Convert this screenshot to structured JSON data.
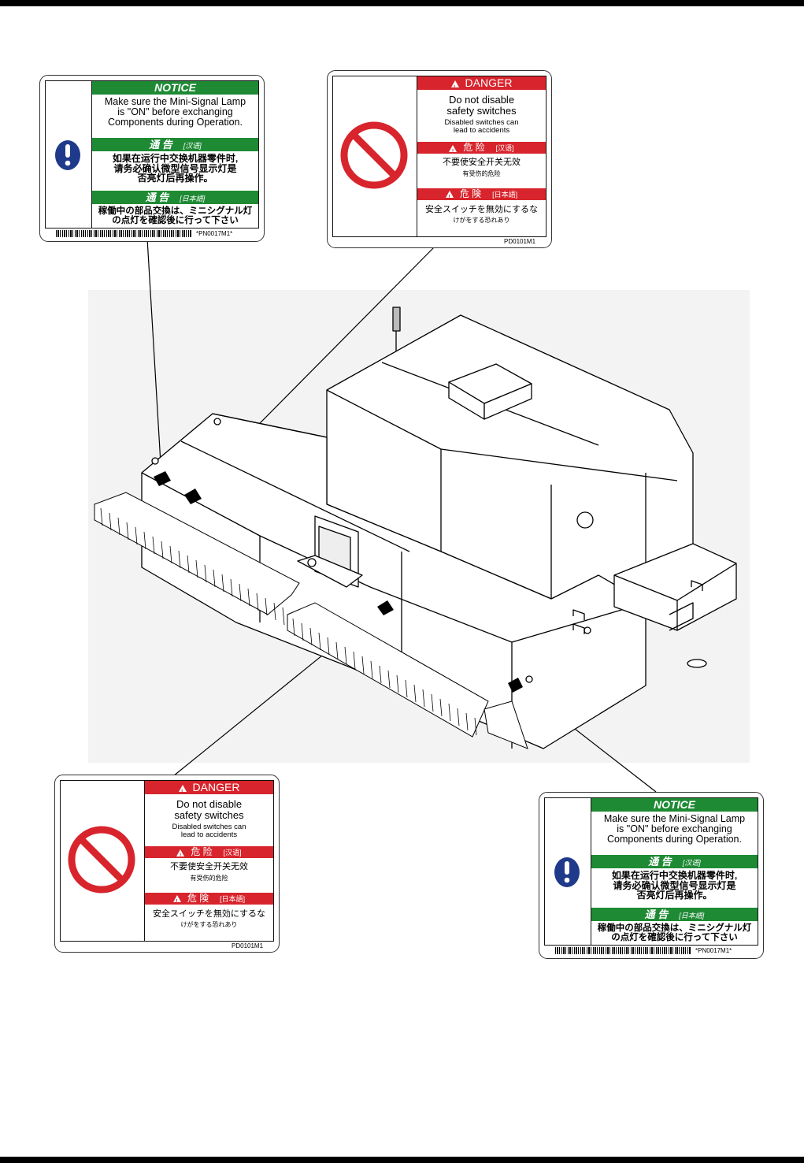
{
  "notice": {
    "header": "NOTICE",
    "english": [
      "Make sure the Mini-Signal Lamp",
      "is \"ON\" before exchanging",
      "Components during Operation."
    ],
    "cn_header": "通 告",
    "cn_tag": "[汉语]",
    "cn_text": [
      "如果在运行中交换机器零件时,",
      "请务必确认微型信号显示灯是",
      "否亮灯后再操作。"
    ],
    "jp_header": "通 告",
    "jp_tag": "[日本語]",
    "jp_text": [
      "稼働中の部品交換は、ミニシグナル灯",
      "の点灯を確認後に行って下さい"
    ],
    "code": "*PN0017M1*",
    "icon": "exclamation-icon",
    "color": "#1e8a34"
  },
  "danger": {
    "header": "DANGER",
    "english": [
      "Do not disable",
      "safety switches"
    ],
    "english_sub": [
      "Disabled switches can",
      "lead to accidents"
    ],
    "cn_header": "危 险",
    "cn_tag": "[汉语]",
    "cn_text": "不要使安全开关无效",
    "cn_sub": "有受伤的危险",
    "jp_header": "危 険",
    "jp_tag": "[日本語]",
    "jp_text": "安全スイッチを無効にするな",
    "jp_sub": "けがをする恐れあり",
    "code": "PD0101M1",
    "icon": "prohibition-icon",
    "color": "#d8242c"
  }
}
